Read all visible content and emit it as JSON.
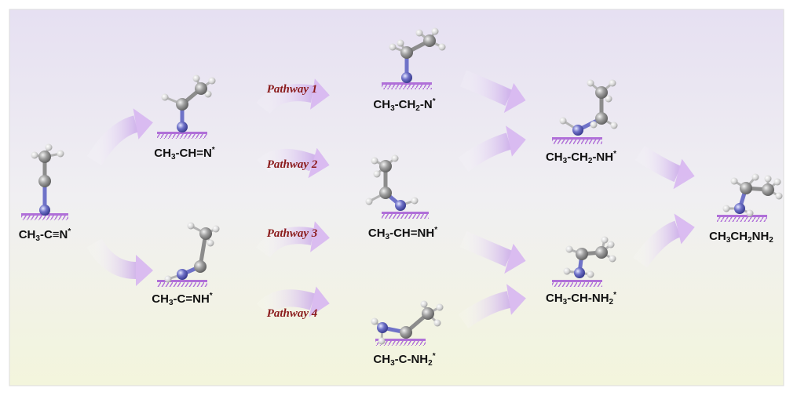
{
  "species": [
    {
      "id": "s0",
      "label": "CH3-C≡N*",
      "parts": [
        [
          "CH",
          ""
        ],
        [
          "3",
          "sub"
        ],
        [
          "-C≡N",
          ""
        ],
        [
          "*",
          "sup"
        ]
      ]
    },
    {
      "id": "s1a",
      "label": "CH3-CH=N*",
      "parts": [
        [
          "CH",
          ""
        ],
        [
          "3",
          "sub"
        ],
        [
          "-CH=N",
          ""
        ],
        [
          "*",
          "sup"
        ]
      ]
    },
    {
      "id": "s1b",
      "label": "CH3-C=NH*",
      "parts": [
        [
          "CH",
          ""
        ],
        [
          "3",
          "sub"
        ],
        [
          "-C=NH",
          ""
        ],
        [
          "*",
          "sup"
        ]
      ]
    },
    {
      "id": "s2a",
      "label": "CH3-CH2-N*",
      "parts": [
        [
          "CH",
          ""
        ],
        [
          "3",
          "sub"
        ],
        [
          "-CH",
          ""
        ],
        [
          "2",
          "sub"
        ],
        [
          "-N",
          ""
        ],
        [
          "*",
          "sup"
        ]
      ]
    },
    {
      "id": "s2b",
      "label": "CH3-CH=NH*",
      "parts": [
        [
          "CH",
          ""
        ],
        [
          "3",
          "sub"
        ],
        [
          "-CH=NH",
          ""
        ],
        [
          "*",
          "sup"
        ]
      ]
    },
    {
      "id": "s2c",
      "label": "CH3-C-NH2*",
      "parts": [
        [
          "CH",
          ""
        ],
        [
          "3",
          "sub"
        ],
        [
          "-C-NH",
          ""
        ],
        [
          "2",
          "sub"
        ],
        [
          "*",
          "sup"
        ]
      ]
    },
    {
      "id": "s3a",
      "label": "CH3-CH2-NH*",
      "parts": [
        [
          "CH",
          ""
        ],
        [
          "3",
          "sub"
        ],
        [
          "-CH",
          ""
        ],
        [
          "2",
          "sub"
        ],
        [
          "-NH",
          ""
        ],
        [
          "*",
          "sup"
        ]
      ]
    },
    {
      "id": "s3b",
      "label": "CH3-CH-NH2*",
      "parts": [
        [
          "CH",
          ""
        ],
        [
          "3",
          "sub"
        ],
        [
          "-CH-NH",
          ""
        ],
        [
          "2",
          "sub"
        ],
        [
          "*",
          "sup"
        ]
      ]
    },
    {
      "id": "s4",
      "label": "CH3CH2NH2",
      "parts": [
        [
          "CH",
          ""
        ],
        [
          "3",
          "sub"
        ],
        [
          "CH",
          ""
        ],
        [
          "2",
          "sub"
        ],
        [
          "NH",
          ""
        ],
        [
          "2",
          "sub"
        ]
      ]
    }
  ],
  "pathways": [
    "Pathway 1",
    "Pathway 2",
    "Pathway 3",
    "Pathway 4"
  ],
  "colors": {
    "carbon": "#8c8c8c",
    "nitrogen": "#6f72c8",
    "hydrogen": "#d9d9d9",
    "surface": "#b070d8",
    "arrow": "#d8b8f0",
    "pathway_text": "#8a1a1a",
    "bg_top": "#e6e0f2",
    "bg_bottom": "#f3f5dc"
  }
}
